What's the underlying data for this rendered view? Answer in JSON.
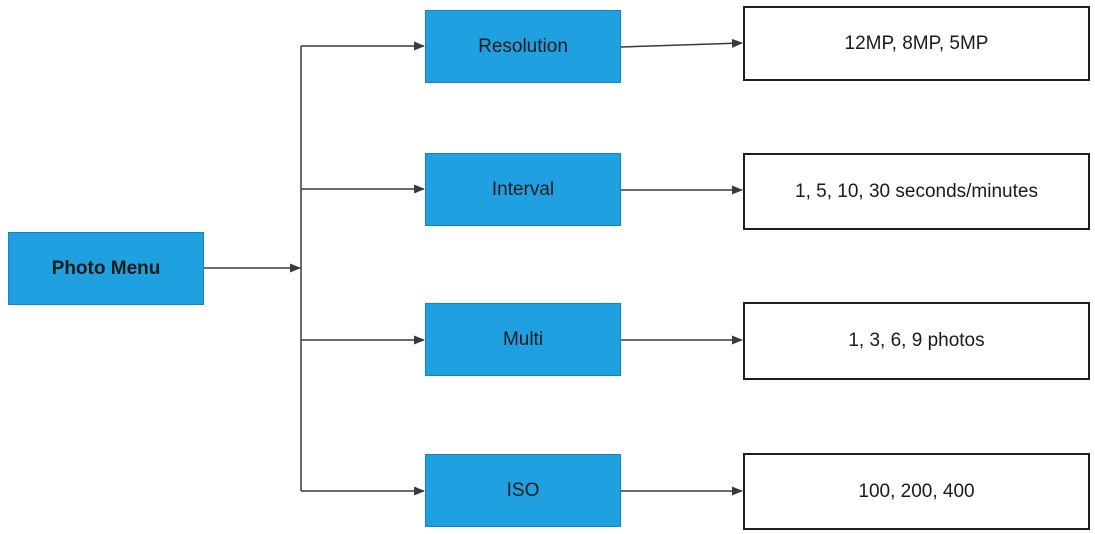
{
  "diagram": {
    "root": "Photo Menu",
    "menus": [
      {
        "label": "Resolution",
        "options": "12MP, 8MP, 5MP"
      },
      {
        "label": "Interval",
        "options": "1, 5, 10, 30 seconds/minutes"
      },
      {
        "label": "Multi",
        "options": "1, 3, 6, 9 photos"
      },
      {
        "label": "ISO",
        "options": "100, 200, 400"
      }
    ],
    "colors": {
      "menu_fill": "#1fa0e0",
      "menu_border": "#1683bb",
      "option_border": "#1e1e1e",
      "connector": "#3a3a3a"
    }
  }
}
